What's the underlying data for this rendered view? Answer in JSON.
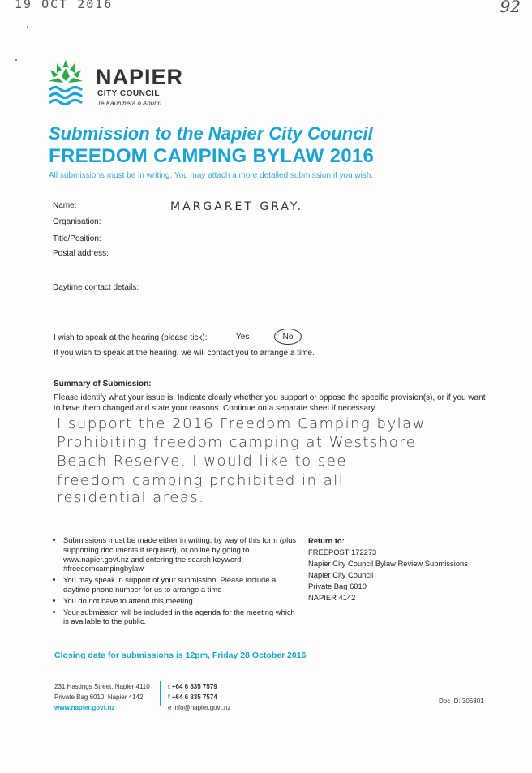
{
  "stamp": {
    "date": "19 OCT 2016",
    "corner": "92"
  },
  "logo": {
    "name": "NAPIER",
    "subtitle": "CITY COUNCIL",
    "maori": "Te Kaunihera o Ahuriri",
    "colors": {
      "leaf": "#2eaa4a",
      "waves": "#1ba3d4"
    }
  },
  "heading": {
    "line1": "Submission to the Napier City Council",
    "line2": "FREEDOM CAMPING BYLAW 2016",
    "intro": "All submissions must be in writing. You may attach a more detailed submission if you wish."
  },
  "form": {
    "name_label": "Name:",
    "name_value": "MARGARET GRAY.",
    "organisation_label": "Organisation:",
    "title_label": "Title/Position:",
    "postal_label": "Postal address:",
    "daytime_label": "Daytime contact details:",
    "speak_label": "I wish to speak at the hearing (please tick):",
    "yes_label": "Yes",
    "no_label": "No",
    "contact_note": "If you wish to speak at the hearing, we will contact you to arrange a time."
  },
  "summary": {
    "heading": "Summary of Submission:",
    "instructions": "Please identify what your issue is. Indicate clearly whether you support or oppose the specific provision(s), or if you want to have them changed and state your reasons. Continue on a separate sheet if necessary.",
    "handwritten": [
      "I support the 2016 Freedom Camping bylaw",
      "Prohibiting freedom camping at Westshore",
      "Beach Reserve. I would like to see",
      "freedom camping prohibited in all",
      "residential areas."
    ]
  },
  "bullets": [
    "Submissions must be made either in writing, by way of this form (plus supporting documents if required), or online by going to www.napier.govt.nz and entering the search keyword: #freedomcampingbylaw",
    "You may speak in support of your submission. Please include a daytime phone number for us to arrange a time",
    "You do not have to attend this meeting",
    "Your submission will be included in the agenda for the meeting which is available to the public."
  ],
  "return_to": {
    "heading": "Return to:",
    "lines": [
      "FREEPOST 172273",
      "Napier City Council Bylaw Review Submissions",
      "Napier City Council",
      "Private Bag 6010",
      "NAPIER 4142"
    ]
  },
  "closing": "Closing date for submissions is 12pm, Friday 28 October 2016",
  "footer": {
    "address1": "231 Hastings Street, Napier 4110",
    "address2": "Private Bag 6010, Napier 4142",
    "website": "www.napier.govt.nz",
    "phone": "t +64 6 835 7579",
    "fax": "f +64 6 835 7574",
    "email": "e info@napier.govt.nz",
    "doc_id": "Doc ID: 306801"
  }
}
